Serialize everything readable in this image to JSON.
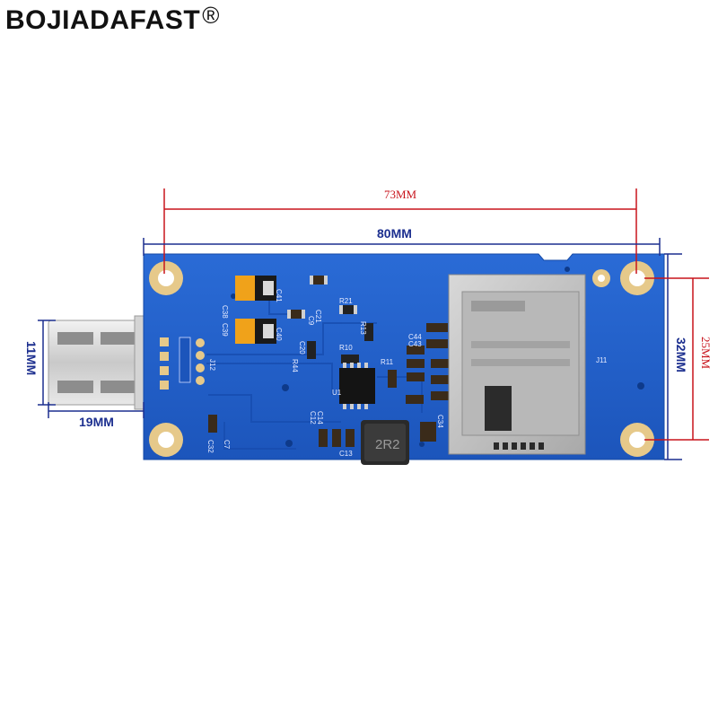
{
  "brand": {
    "name": "BOJIADAFAST",
    "registered_mark": "®"
  },
  "dimensions": {
    "board_length": "80MM",
    "hole_spacing_length": "73MM",
    "board_width": "32MM",
    "hole_spacing_width": "25MM",
    "usb_width": "11MM",
    "usb_length": "19MM"
  },
  "pcb_labels": {
    "c38": "C38",
    "c39": "C39",
    "c40": "C40",
    "c41": "C41",
    "c9": "C9",
    "c21": "C21",
    "r21": "R21",
    "r10": "R10",
    "r11": "R11",
    "r13": "R13",
    "r44": "R44",
    "c20": "C20",
    "u1": "U1",
    "j12": "J12",
    "c44": "C44",
    "c43": "C43",
    "c12": "C12",
    "c14": "C14",
    "c32": "C32",
    "c7": "C7",
    "c13": "C13",
    "c34": "C34",
    "inductor": "2R2",
    "j11": "J11"
  },
  "colors": {
    "pcb": "#1f5fc9",
    "dimension_blue": "#1c2f8f",
    "dimension_red": "#c8141c",
    "pad_gold": "#e6c98a"
  }
}
